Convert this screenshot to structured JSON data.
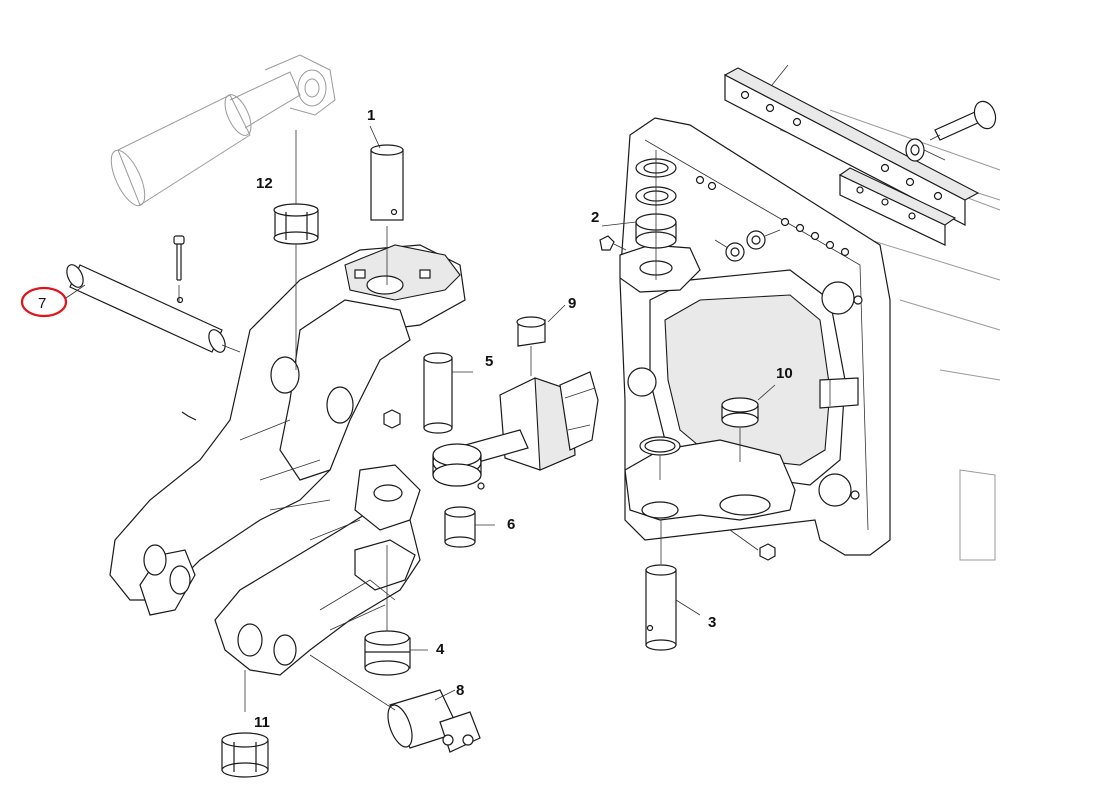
{
  "diagram": {
    "callouts": [
      {
        "id": "1",
        "text": "1"
      },
      {
        "id": "2",
        "text": "2"
      },
      {
        "id": "3",
        "text": "3"
      },
      {
        "id": "4",
        "text": "4"
      },
      {
        "id": "5",
        "text": "5"
      },
      {
        "id": "6",
        "text": "6"
      },
      {
        "id": "7",
        "text": "7"
      },
      {
        "id": "8",
        "text": "8"
      },
      {
        "id": "9",
        "text": "9"
      },
      {
        "id": "10",
        "text": "10"
      },
      {
        "id": "11",
        "text": "11"
      },
      {
        "id": "12",
        "text": "12"
      }
    ],
    "highlight": {
      "callout": "7",
      "color": "#e0141c"
    },
    "line_color": "#1a1a1a"
  }
}
